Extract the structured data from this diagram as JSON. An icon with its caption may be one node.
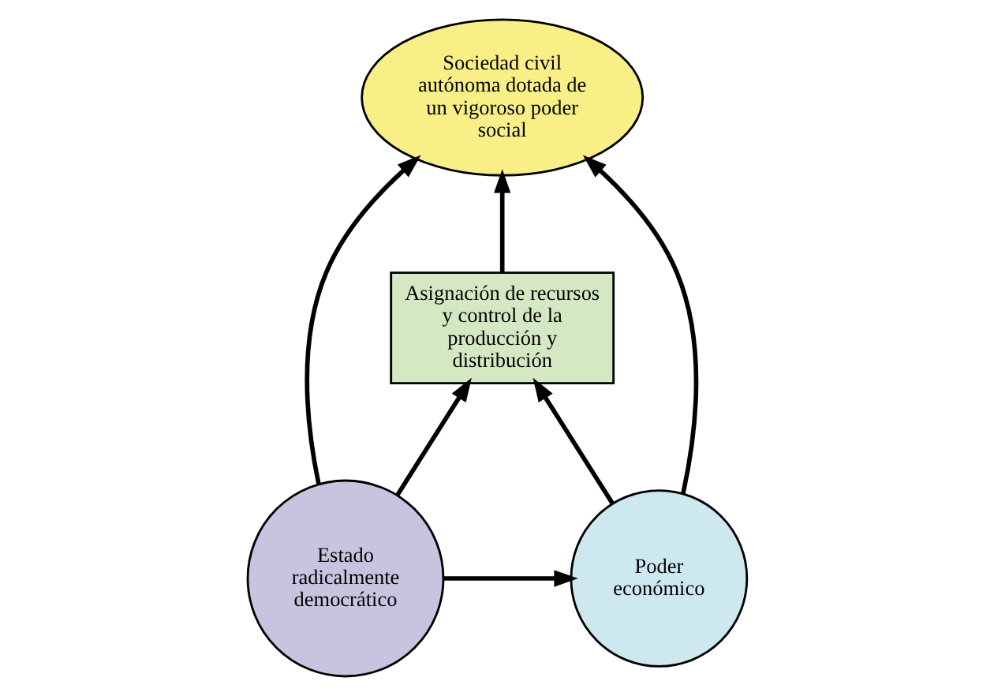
{
  "diagram": {
    "nodes": [
      {
        "text": [
          "Sociedad civil autónoma dotada de un vigoroso poder social"
        ]
      },
      {
        "text": [
          "Asignación de recursos y control de la producción y distribución"
        ]
      },
      {
        "text": [
          "Estado radicalmente democrático"
        ]
      },
      {
        "text": [
          "Poder económico"
        ]
      }
    ],
    "edges": [
      {
        "from": 2,
        "to": 0,
        "arrow": "to"
      },
      {
        "from": 2,
        "to": 1,
        "arrow": "to"
      },
      {
        "from": 2,
        "to": 3,
        "arrow": "to"
      },
      {
        "from": 3,
        "to": 1,
        "arrow": "to"
      },
      {
        "from": 3,
        "to": 0,
        "arrow": "to"
      },
      {
        "from": 1,
        "to": 0,
        "arrow": "to"
      }
    ]
  }
}
